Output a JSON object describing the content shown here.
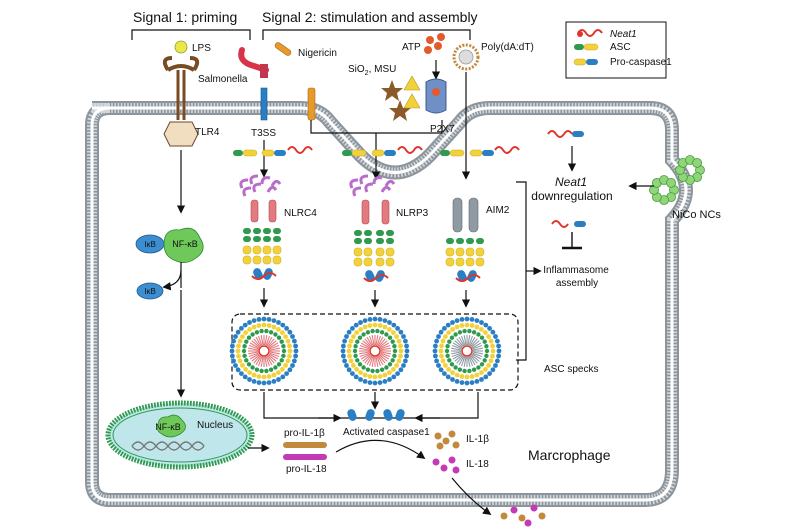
{
  "headers": {
    "signal1": "Signal 1: priming",
    "signal2": "Signal 2: stimulation and assembly"
  },
  "stimuli": {
    "lps": "LPS",
    "salmonella": "Salmonella",
    "nigericin": "Nigericin",
    "atp": "ATP",
    "sio2": "SiO",
    "sio2_sub": "2",
    "msu": ", MSU",
    "polydadt": "Poly(dA:dT)"
  },
  "receptors": {
    "tlr4": "TLR4",
    "t3ss": "T3SS",
    "p2x7": "P2X7"
  },
  "legend": {
    "neat1": "Neat1",
    "asc": "ASC",
    "procaspase1": "Pro-caspase1"
  },
  "sensors": {
    "nlrc4": "NLRC4",
    "nlrp3": "NLRP3",
    "aim2": "AIM2"
  },
  "nfkb": {
    "ikb": "IκB",
    "nfkb": "NF-κB",
    "ikb_free": "IκB",
    "nucleus": "Nucleus",
    "nfkb_nuc": "NF-κB"
  },
  "outcomes": {
    "neat1": "Neat1",
    "downregulation": "downregulation",
    "inflammasome_1": "Inflammasome",
    "inflammasome_2": "assembly",
    "asc_specks": "ASC specks",
    "nico": "NiCo NCs"
  },
  "products": {
    "pro_il1b": "pro-IL-1β",
    "pro_il18": "pro-IL-18",
    "activated_caspase1": "Activated caspase1",
    "il1b": "IL-1β",
    "il18": "IL-18",
    "macrophage": "Marcrophage"
  },
  "colors": {
    "neat1": "#e0352b",
    "asc": "#2f9a4e",
    "procaspase": "#f1d23b",
    "caspase_blue": "#2a7fc4",
    "nfkb_green": "#5fbf4a",
    "membrane": "#b9c0c6",
    "lps_yellow": "#e8e84a",
    "atp_orange": "#e45a2a",
    "il1b_brown": "#c08a3a",
    "il18_magenta": "#c23ab5"
  }
}
